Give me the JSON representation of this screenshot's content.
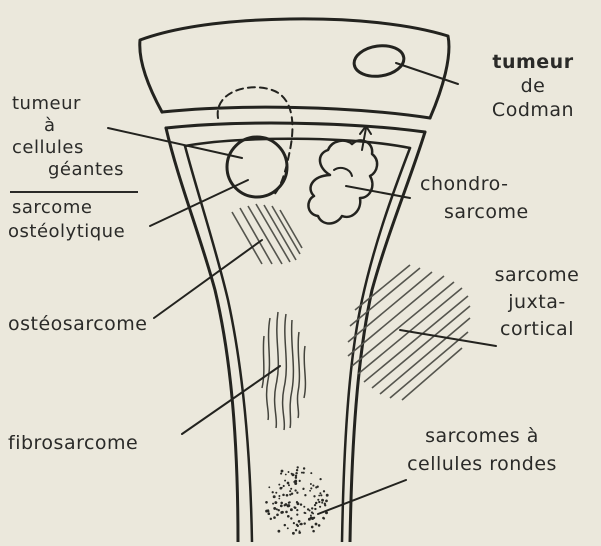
{
  "labels": {
    "codman": [
      "tumeur",
      "de",
      "Codman"
    ],
    "giant_cell": [
      "tumeur",
      "à",
      "cellules",
      "géantes"
    ],
    "osteolytic": [
      "sarcome",
      "ostéolytique"
    ],
    "chondro": [
      "chondro-",
      "sarcome"
    ],
    "juxta": [
      "sarcome",
      "juxta-",
      "cortical"
    ],
    "osteo": "ostéosarcome",
    "fibro": "fibrosarcome",
    "round_cell": [
      "sarcomes à",
      "cellules rondes"
    ]
  },
  "colors": {
    "background": "#ebe8dc",
    "ink": "#23231f"
  }
}
